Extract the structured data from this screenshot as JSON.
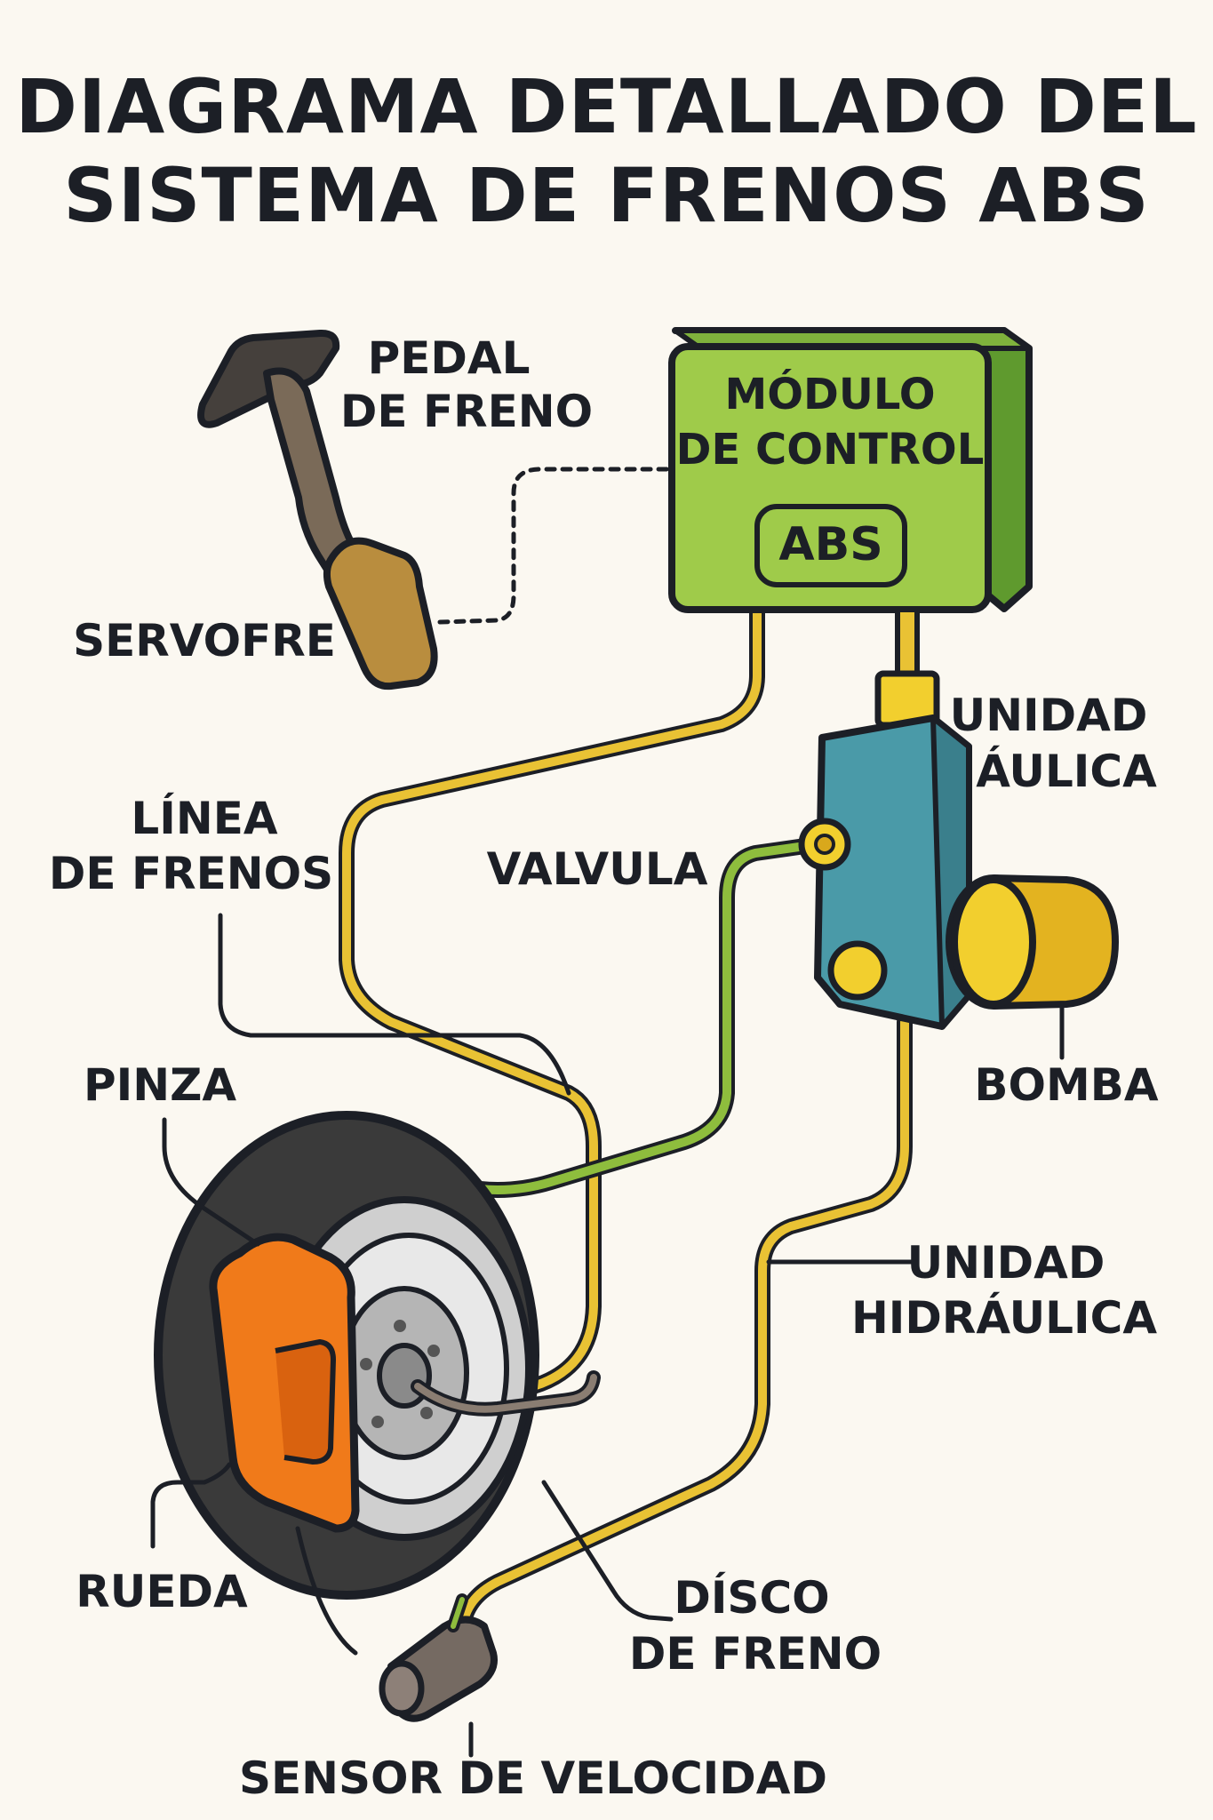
{
  "title": {
    "line1": "DIAGRAMA DETALLADO DEL",
    "line2": "SISTEMA DE FRENOS ABS"
  },
  "labels": {
    "pedal_1": "PEDAL",
    "pedal_2": "DE FRENO",
    "servo": "SERVOFRE",
    "module_1": "MÓDULO",
    "module_2": "DE CONTROL",
    "module_badge": "ABS",
    "hyd_top_1": "UNIDAD",
    "hyd_top_2": "ÁULICA",
    "brake_line_1": "LÍNEA",
    "brake_line_2": "DE FRENOS",
    "valve": "VALVULA",
    "pump": "BOMBA",
    "caliper": "PINZA",
    "hyd_bottom_1": "UNIDAD",
    "hyd_bottom_2": "HIDRÁULICA",
    "wheel": "RUEDA",
    "disc_1": "DÍSCO",
    "disc_2": "DE FRENO",
    "speed_sensor": "SENSOR DE VELOCIDAD"
  },
  "colors": {
    "module_green": "#9fcb4a",
    "module_dark_green": "#5f9a2e",
    "yellow_line": "#e9c234",
    "green_line": "#8ebd3d",
    "hydraulic_blue": "#4a9aa8",
    "pump_yellow": "#f2cf2e",
    "caliper_orange": "#f07a1a",
    "tire_dark": "#3a3a3a",
    "text_dark": "#1c1f26"
  }
}
